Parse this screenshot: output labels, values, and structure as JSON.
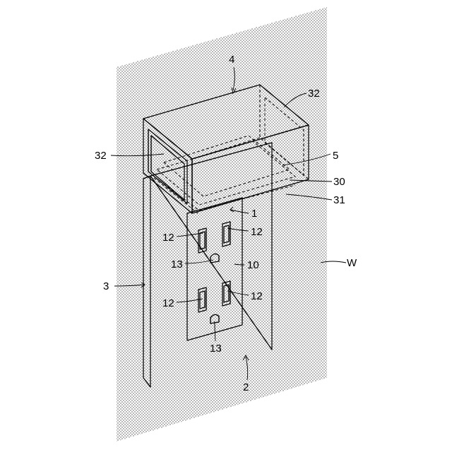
{
  "labels": {
    "box": "4",
    "side_opening_right": "32",
    "side_opening_left": "32",
    "interior": "5",
    "frame_bottom": "30",
    "frame_lip": "31",
    "receptacle": "1",
    "slot_upper_left": "12",
    "slot_upper_right": "12",
    "ground_upper": "13",
    "face": "10",
    "wall": "W",
    "plate_side": "3",
    "slot_lower_left": "12",
    "slot_lower_right": "12",
    "ground_lower": "13",
    "plate": "2"
  },
  "colors": {
    "wall_dots": "#5a5a5a",
    "line": "#000000",
    "background": "#ffffff"
  }
}
